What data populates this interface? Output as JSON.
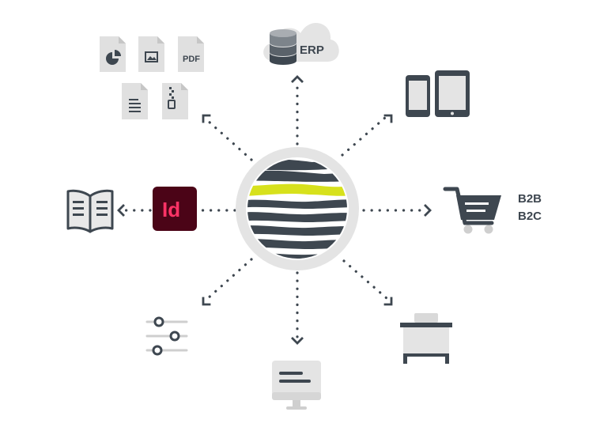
{
  "colors": {
    "dark": "#3e4750",
    "light_gray": "#e4e4e4",
    "mid_gray": "#cfcfcf",
    "accent_yellow": "#d7e11c",
    "indesign_bg": "#4b0417",
    "indesign_text": "#ff3366",
    "white": "#ffffff"
  },
  "hub": {
    "icon": "striped-globe-icon"
  },
  "nodes": {
    "erp": {
      "label": "ERP",
      "icon": "cloud-database-icon"
    },
    "files": {
      "icons": [
        "chart-file-icon",
        "image-file-icon",
        "pdf-file-icon",
        "text-file-icon",
        "zip-file-icon"
      ],
      "pdf_label": "PDF"
    },
    "devices": {
      "icon": "phone-tablet-icon"
    },
    "indesign": {
      "label": "Id",
      "icon": "indesign-app-icon"
    },
    "print": {
      "icon": "open-book-icon"
    },
    "shop": {
      "icon": "shopping-cart-icon",
      "labels": [
        "B2B",
        "B2C"
      ]
    },
    "settings": {
      "icon": "sliders-icon"
    },
    "display": {
      "icon": "monitor-icon"
    },
    "pos": {
      "icon": "pos-counter-icon"
    }
  }
}
